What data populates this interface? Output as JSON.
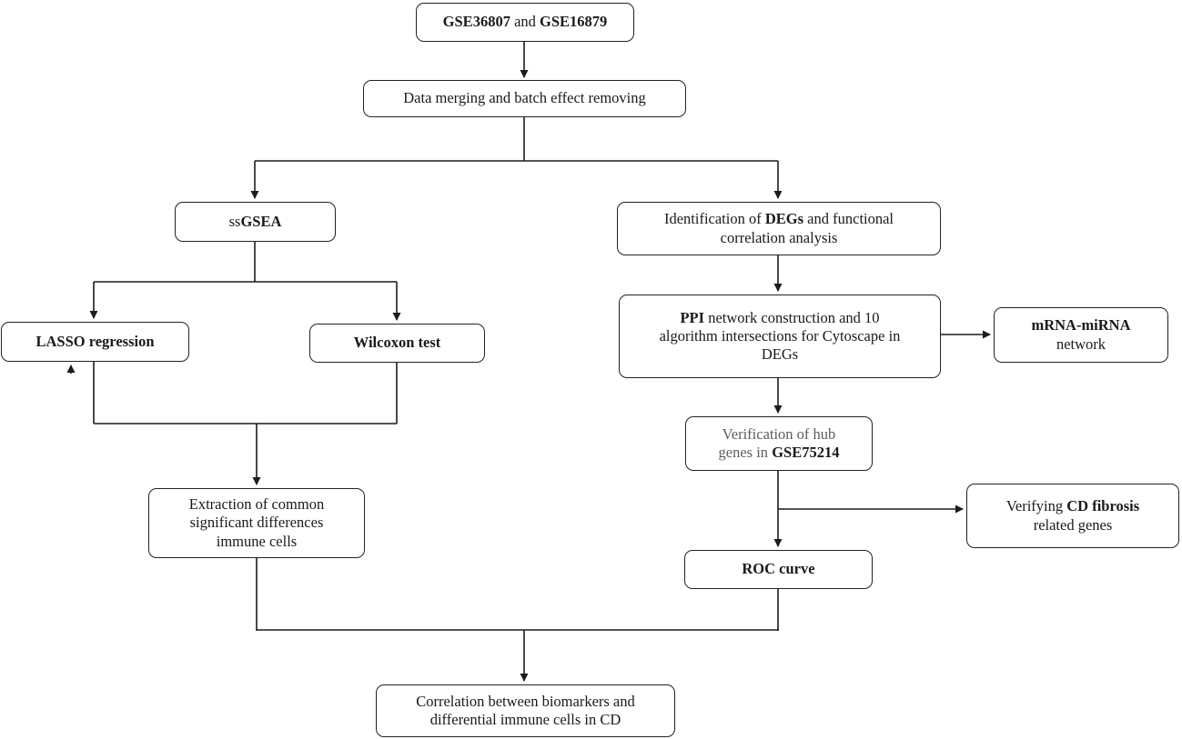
{
  "diagram": {
    "description": "Bioinformatics workflow flowchart",
    "line_color": "#1c1c1c",
    "box_border_color": "#222222",
    "background_color": "#ffffff",
    "muted_text_color": "#5d5d5d"
  },
  "nodes": {
    "gse_datasets": {
      "lines": [
        [
          {
            "t": "GSE36807"
          },
          {
            "t": " and "
          },
          {
            "t": "GSE16879"
          }
        ]
      ]
    },
    "data_merging": {
      "lines": [
        [
          {
            "t": "Data merging and batch effect removing"
          }
        ]
      ]
    },
    "ssgsea": {
      "lines": [
        [
          {
            "t": "ss"
          },
          {
            "t": "GSEA"
          }
        ]
      ]
    },
    "lasso": {
      "lines": [
        [
          {
            "t": "LASSO regression"
          }
        ]
      ]
    },
    "wilcoxon": {
      "lines": [
        [
          {
            "t": "Wilcoxon test"
          }
        ]
      ]
    },
    "extraction": {
      "lines": [
        [
          {
            "t": "Extraction of common"
          }
        ],
        [
          {
            "t": "significant differences"
          }
        ],
        [
          {
            "t": "immune cells"
          }
        ]
      ]
    },
    "identification": {
      "lines": [
        [
          {
            "t": "Identification of "
          },
          {
            "t": "DEGs"
          },
          {
            "t": " and functional"
          }
        ],
        [
          {
            "t": "correlation analysis"
          }
        ]
      ]
    },
    "ppi": {
      "lines": [
        [
          {
            "t": "PPI"
          },
          {
            "t": " network construction and 10"
          }
        ],
        [
          {
            "t": "algorithm intersections for Cytoscape in"
          }
        ],
        [
          {
            "t": "DEGs"
          }
        ]
      ]
    },
    "mrna_mirna": {
      "lines": [
        [
          {
            "t": "mRNA-miRNA"
          }
        ],
        [
          {
            "t": "network"
          }
        ]
      ]
    },
    "verification": {
      "lines": [
        [
          {
            "t": "Verification of hub"
          }
        ],
        [
          {
            "t": "genes in "
          },
          {
            "t": "GSE75214"
          }
        ]
      ]
    },
    "verifying_cd": {
      "lines": [
        [
          {
            "t": "Verifying "
          },
          {
            "t": "CD fibrosis"
          }
        ],
        [
          {
            "t": "related genes"
          }
        ]
      ]
    },
    "roc": {
      "lines": [
        [
          {
            "t": "ROC curve"
          }
        ]
      ]
    },
    "correlation": {
      "lines": [
        [
          {
            "t": "Correlation between biomarkers and"
          }
        ],
        [
          {
            "t": "differential immune cells in CD"
          }
        ]
      ]
    }
  },
  "edges": [
    {
      "from": "gse_datasets",
      "to": "data_merging"
    },
    {
      "from": "data_merging",
      "to": "ssgsea"
    },
    {
      "from": "data_merging",
      "to": "identification"
    },
    {
      "from": "ssgsea",
      "to": "lasso"
    },
    {
      "from": "ssgsea",
      "to": "wilcoxon"
    },
    {
      "from": "lasso",
      "to": "extraction"
    },
    {
      "from": "wilcoxon",
      "to": "extraction"
    },
    {
      "from": "identification",
      "to": "ppi"
    },
    {
      "from": "ppi",
      "to": "mrna_mirna"
    },
    {
      "from": "ppi",
      "to": "verification"
    },
    {
      "from": "verification",
      "to": "verifying_cd"
    },
    {
      "from": "verification",
      "to": "roc"
    },
    {
      "from": "extraction",
      "to": "correlation"
    },
    {
      "from": "roc",
      "to": "correlation"
    }
  ]
}
